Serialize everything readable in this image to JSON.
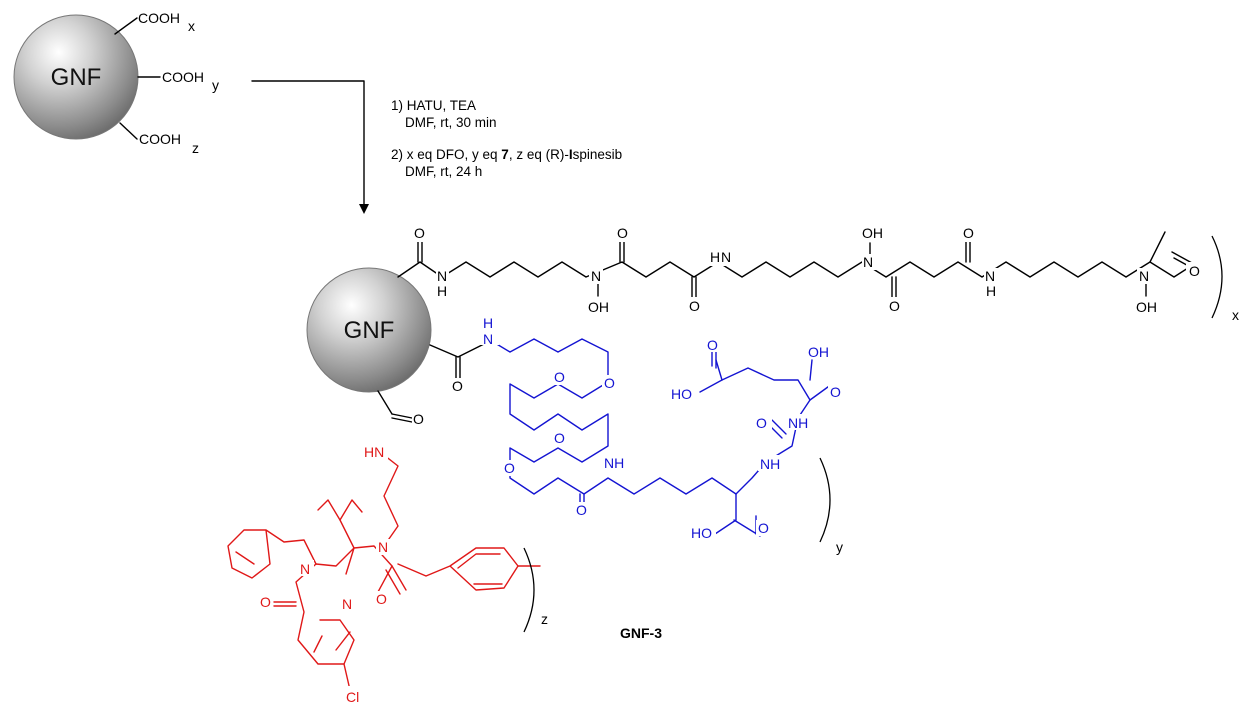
{
  "colors": {
    "dfo": "#000000",
    "ligand": "#1414d2",
    "drug": "#e01818"
  },
  "reactant": {
    "core_label": "GNF",
    "groups": [
      {
        "text": "COOH",
        "subscript": "x"
      },
      {
        "text": "COOH",
        "subscript": "y"
      },
      {
        "text": "COOH",
        "subscript": "z"
      }
    ]
  },
  "conditions": {
    "step1_line1": "1) HATU, TEA",
    "step1_line2": "DMF, rt, 30 min",
    "step2_line1_a": "2) x eq DFO, y eq ",
    "step2_line1_b": "7",
    "step2_line1_c": ", z eq (R)-",
    "step2_line1_d": "I",
    "step2_line1_e": "spinesib",
    "step2_line2": "DMF, rt, 24 h"
  },
  "product": {
    "core_label": "GNF",
    "name": "GNF-3",
    "repeat_x": "x",
    "repeat_y": "y",
    "repeat_z": "z"
  },
  "atoms": {
    "O": "O",
    "N": "N",
    "H": "H",
    "OH": "OH",
    "HO": "HO",
    "NH": "NH",
    "HN": "HN",
    "Cl": "Cl"
  }
}
